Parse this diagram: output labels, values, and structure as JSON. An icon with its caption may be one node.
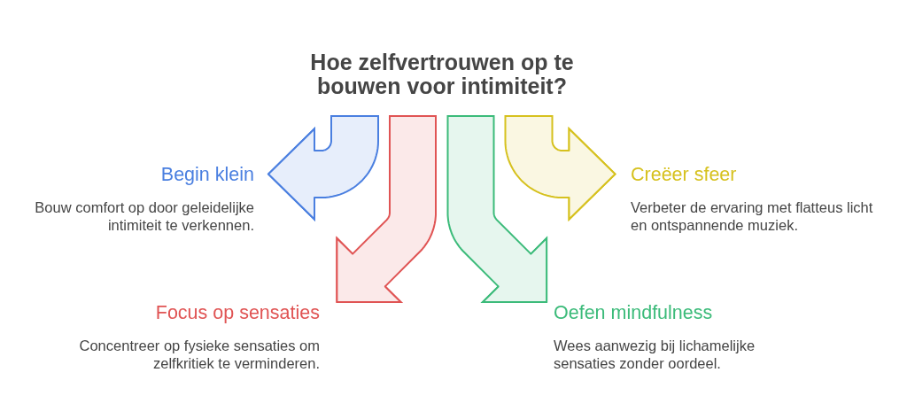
{
  "diagram": {
    "title": "Hoe zelfvertrouwen op te bouwen voor intimiteit?",
    "nodes": [
      {
        "text": [
          "Begin klein",
          "Bouw comfort op door geleidelijke intimiteit te verkennen."
        ]
      },
      {
        "text": [
          "Creëer sfeer",
          "Verbeter de ervaring met flatteus licht en ontspannende muziek."
        ]
      },
      {
        "text": [
          "Focus op sensaties",
          "Concentreer op fysieke sensaties om zelfkritiek te verminderen."
        ]
      },
      {
        "text": [
          "Oefen mindfulness",
          "Wees aanwezig bij lichamelijke sensaties zonder oordeel."
        ]
      }
    ],
    "edges": [
      {
        "from": null,
        "to": 0,
        "arrow": "to",
        "color": "#4a7fe0"
      },
      {
        "from": null,
        "to": 2,
        "arrow": "to",
        "color": "#e05454"
      },
      {
        "from": null,
        "to": 3,
        "arrow": "to",
        "color": "#3cbb7a"
      },
      {
        "from": null,
        "to": 1,
        "arrow": "to",
        "color": "#d6c11e"
      }
    ]
  }
}
